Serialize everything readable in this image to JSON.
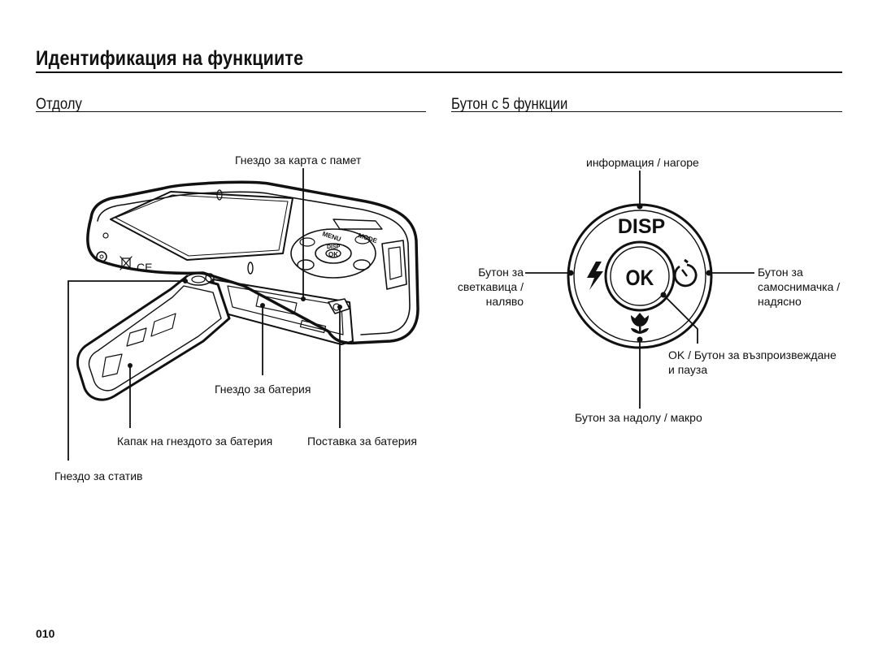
{
  "header": {
    "title": "Идентификация на функциите"
  },
  "left_section": {
    "heading": "Отдолу",
    "labels": {
      "card_slot": "Гнездо за карта с памет",
      "battery_slot": "Гнездо за батерия",
      "battery_cover": "Капак на гнездото за батерия",
      "battery_holder": "Поставка за батерия",
      "tripod": "Гнездо за статив"
    },
    "camera_markings": {
      "menu": "MENU",
      "mode": "MODE",
      "disp": "DISP",
      "ok": "OK",
      "ce": "CE"
    }
  },
  "right_section": {
    "heading": "Бутон с 5 функции",
    "labels": {
      "up": "информация / нагоре",
      "left_line1": "Бутон за",
      "left_line2": "светкавица /",
      "left_line3": "наляво",
      "right_line1": "Бутон за",
      "right_line2": "самоснимачка /",
      "right_line3": "надясно",
      "ok_line1": "OK / Бутон за възпроизвеждане",
      "ok_line2": "и пауза",
      "down": "Бутон за надолу / макро"
    },
    "dial": {
      "disp": "DISP",
      "ok": "OK"
    }
  },
  "footer": {
    "page_number": "010"
  }
}
